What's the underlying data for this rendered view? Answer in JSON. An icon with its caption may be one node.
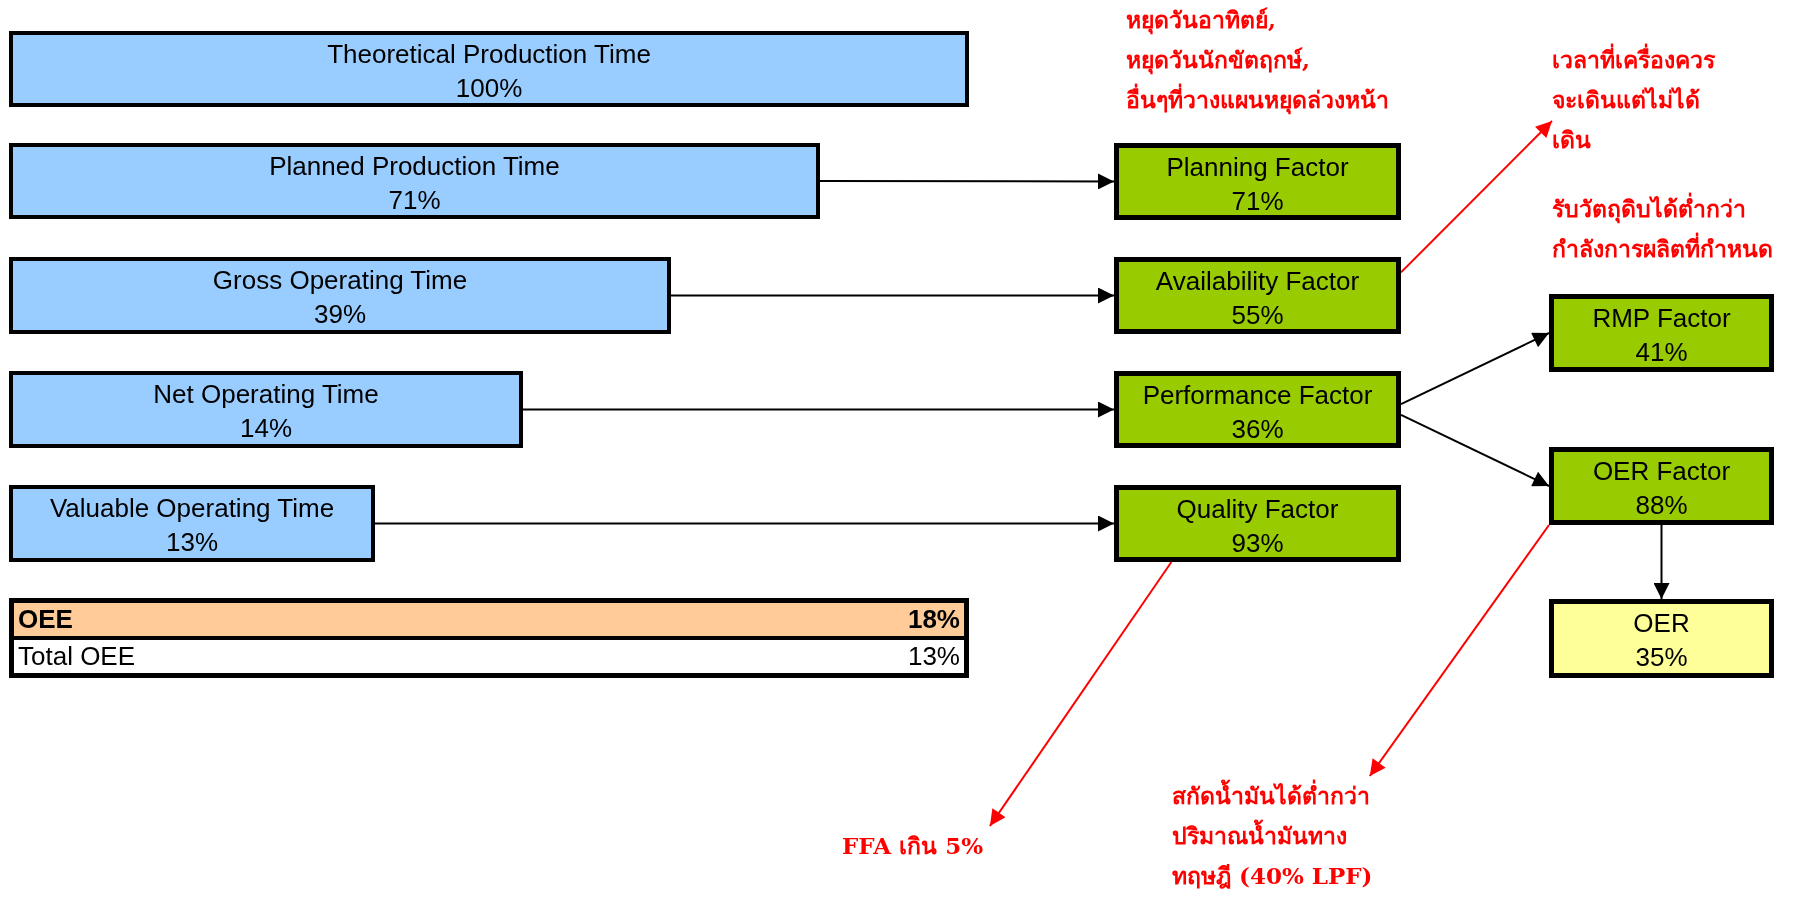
{
  "diagram": {
    "nodes": [
      {
        "text": [
          "Theoretical Production Time",
          "100%"
        ]
      },
      {
        "text": [
          "Planned Production Time",
          "71%"
        ]
      },
      {
        "text": [
          "Gross Operating Time",
          "39%"
        ]
      },
      {
        "text": [
          "Net Operating Time",
          "14%"
        ]
      },
      {
        "text": [
          "Valuable Operating Time",
          "13%"
        ]
      },
      {
        "text": [
          "OEE",
          "18%",
          "Total OEE",
          "13%"
        ]
      },
      {
        "text": [
          "Planning Factor",
          "71%"
        ],
        "beside": [
          "หยุดวันอาทิตย์, หยุดวันนักขัตฤกษ์, อื่นๆที่วางแผนหยุดล่วงหน้า"
        ]
      },
      {
        "text": [
          "Availability Factor",
          "55%"
        ]
      },
      {
        "text": [
          "Performance Factor",
          "36%"
        ]
      },
      {
        "text": [
          "Quality Factor",
          "93%"
        ]
      },
      {
        "text": [
          "RMP Factor",
          "41%"
        ],
        "beside": [
          "รับวัตถุดิบได้ต่ำกว่ากำลังการผลิตที่กำหนด"
        ]
      },
      {
        "text": [
          "OER Factor",
          "88%"
        ]
      },
      {
        "text": [
          "OER",
          "35%"
        ]
      },
      {
        "text": [
          "เวลาที่เครื่องควรจะเดินแต่ไม่ได้เดิน"
        ]
      },
      {
        "text": [
          "FFA เกิน 5%"
        ]
      },
      {
        "text": [
          "สกัดน้ำมันได้ต่ำกว่าปริมาณน้ำมันทางทฤษฎี (40% LPF)"
        ]
      }
    ],
    "edges": [
      {
        "from": 1,
        "to": 6,
        "arrow": "to"
      },
      {
        "from": 2,
        "to": 7,
        "arrow": "to"
      },
      {
        "from": 3,
        "to": 8,
        "arrow": "to"
      },
      {
        "from": 4,
        "to": 9,
        "arrow": "to"
      },
      {
        "from": 8,
        "to": 10,
        "arrow": "to"
      },
      {
        "from": 8,
        "to": 11,
        "arrow": "to"
      },
      {
        "from": 11,
        "to": 12,
        "arrow": "to"
      },
      {
        "from": 7,
        "to": 13,
        "arrow": "to",
        "color": "#ff0000"
      },
      {
        "from": 9,
        "to": 14,
        "arrow": "to",
        "color": "#ff0000"
      },
      {
        "from": 11,
        "to": 15,
        "arrow": "to",
        "color": "#ff0000"
      }
    ]
  }
}
